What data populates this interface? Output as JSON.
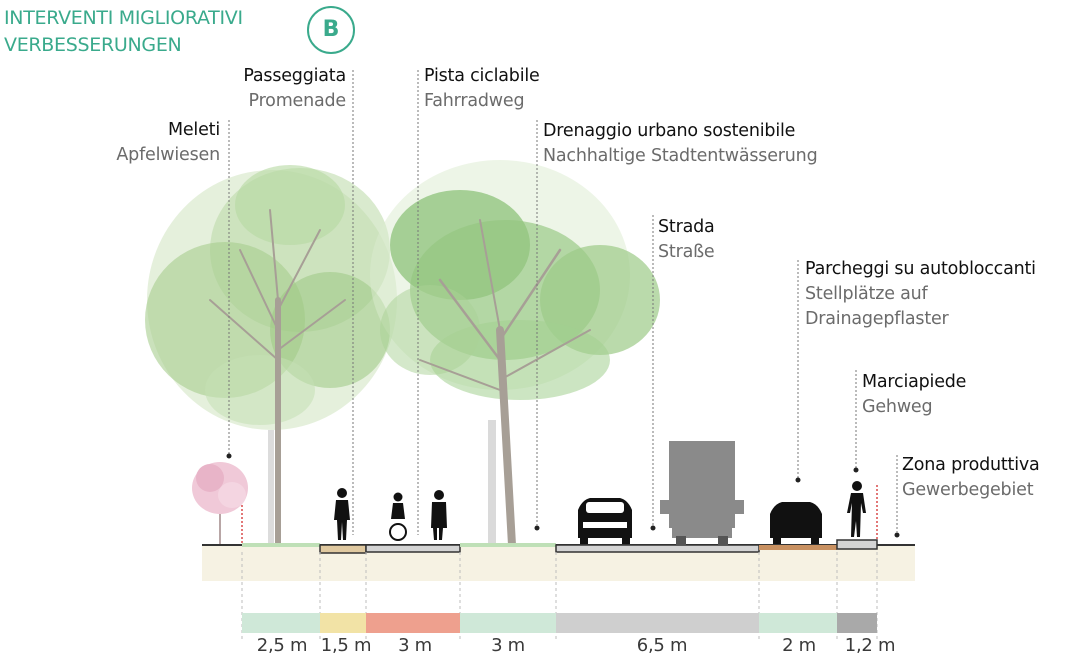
{
  "header": {
    "title_it": "INTERVENTI MIGLIORATIVI",
    "title_de": "VERBESSERUNGEN",
    "badge": "B"
  },
  "labels": {
    "meleti": {
      "it": "Meleti",
      "de": "Apfelwiesen"
    },
    "passeggiata": {
      "it": "Passeggiata",
      "de": "Promenade"
    },
    "pista": {
      "it": "Pista ciclabile",
      "de": "Fahrradweg"
    },
    "drenaggio": {
      "it": "Drenaggio urbano sostenibile",
      "de": "Nachhaltige Stadtentwässerung"
    },
    "strada": {
      "it": "Strada",
      "de": "Straße"
    },
    "parcheggi": {
      "it": "Parcheggi su autobloccanti",
      "de_1": "Stellplätze auf",
      "de_2": "Drainagepflaster"
    },
    "marciapiede": {
      "it": "Marciapiede",
      "de": "Gehweg"
    },
    "zona": {
      "it": "Zona produttiva",
      "de": "Gewerbegebiet"
    }
  },
  "widths": [
    "2,5 m",
    "1,5 m",
    "3 m",
    "3 m",
    "6,5 m",
    "2 m",
    "1,2 m"
  ],
  "colors": {
    "accent": "#3aaa8c",
    "band_green": "#cfe8d8",
    "band_yellow": "#f2e3a6",
    "band_red": "#eea08e",
    "band_grey": "#cfcfcf",
    "band_darkgrey": "#a9a9a9",
    "soil": "#f6f2e3",
    "truck": "#8a8a8a"
  }
}
